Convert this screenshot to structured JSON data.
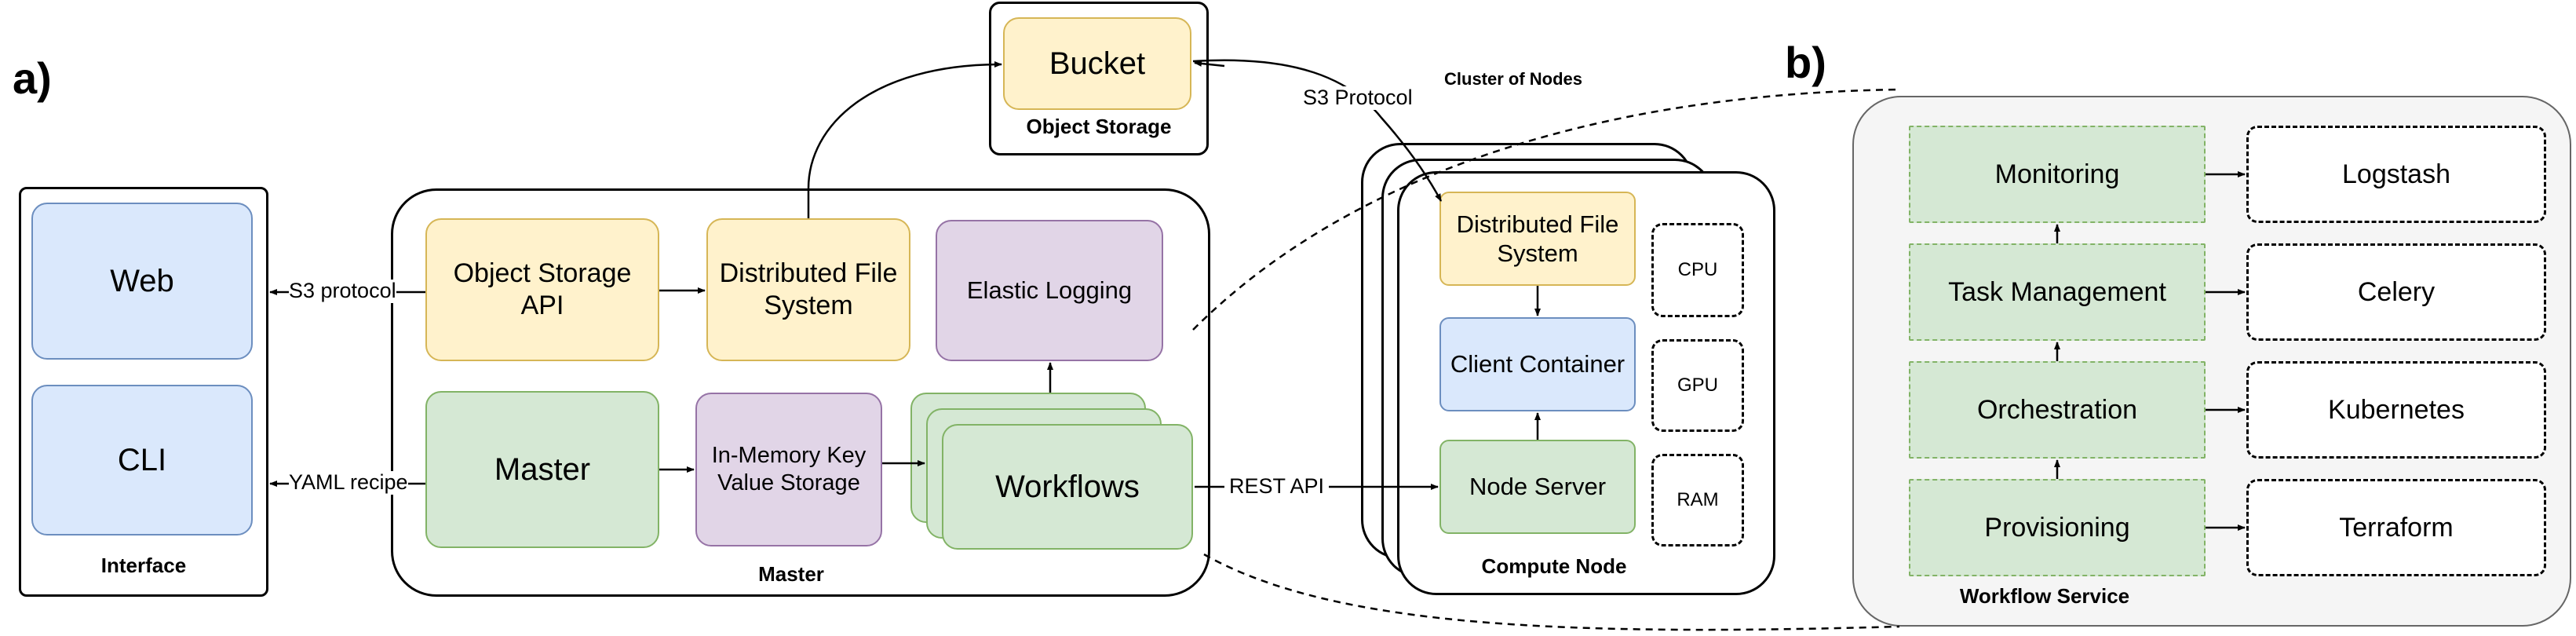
{
  "panels": {
    "a": "a)",
    "b": "b)"
  },
  "interface": {
    "title": "Interface",
    "web": "Web",
    "cli": "CLI"
  },
  "master": {
    "title": "Master",
    "object_storage_api": "Object Storage API",
    "distributed_fs": "Distributed File System",
    "elastic_logging": "Elastic Logging",
    "master_node": "Master",
    "kv_storage": "In-Memory Key Value Storage",
    "workflows": "Workflows"
  },
  "object_storage": {
    "title": "Object Storage",
    "bucket": "Bucket"
  },
  "cluster": {
    "title": "Cluster of Nodes",
    "compute_node_title": "Compute Node",
    "distributed_fs": "Distributed File System",
    "client_container": "Client Container",
    "node_server": "Node Server",
    "cpu": "CPU",
    "gpu": "GPU",
    "ram": "RAM"
  },
  "workflow_service": {
    "title": "Workflow Service",
    "layers": [
      {
        "name": "Monitoring",
        "tool": "Logstash"
      },
      {
        "name": "Task Management",
        "tool": "Celery"
      },
      {
        "name": "Orchestration",
        "tool": "Kubernetes"
      },
      {
        "name": "Provisioning",
        "tool": "Terraform"
      }
    ]
  },
  "edges": {
    "s3_protocol_lower": "S3 protocol",
    "yaml_recipe": "YAML recipe",
    "s3_protocol_upper": "S3 Protocol",
    "rest_api": "REST API"
  },
  "colors": {
    "blue_fill": "#dae8fc",
    "blue_stroke": "#6c8ebf",
    "yellow_fill": "#fff2cc",
    "yellow_stroke": "#d6b656",
    "green_fill": "#d5e8d4",
    "green_stroke": "#82b366",
    "purple_fill": "#e1d5e7",
    "purple_stroke": "#9673a6"
  }
}
